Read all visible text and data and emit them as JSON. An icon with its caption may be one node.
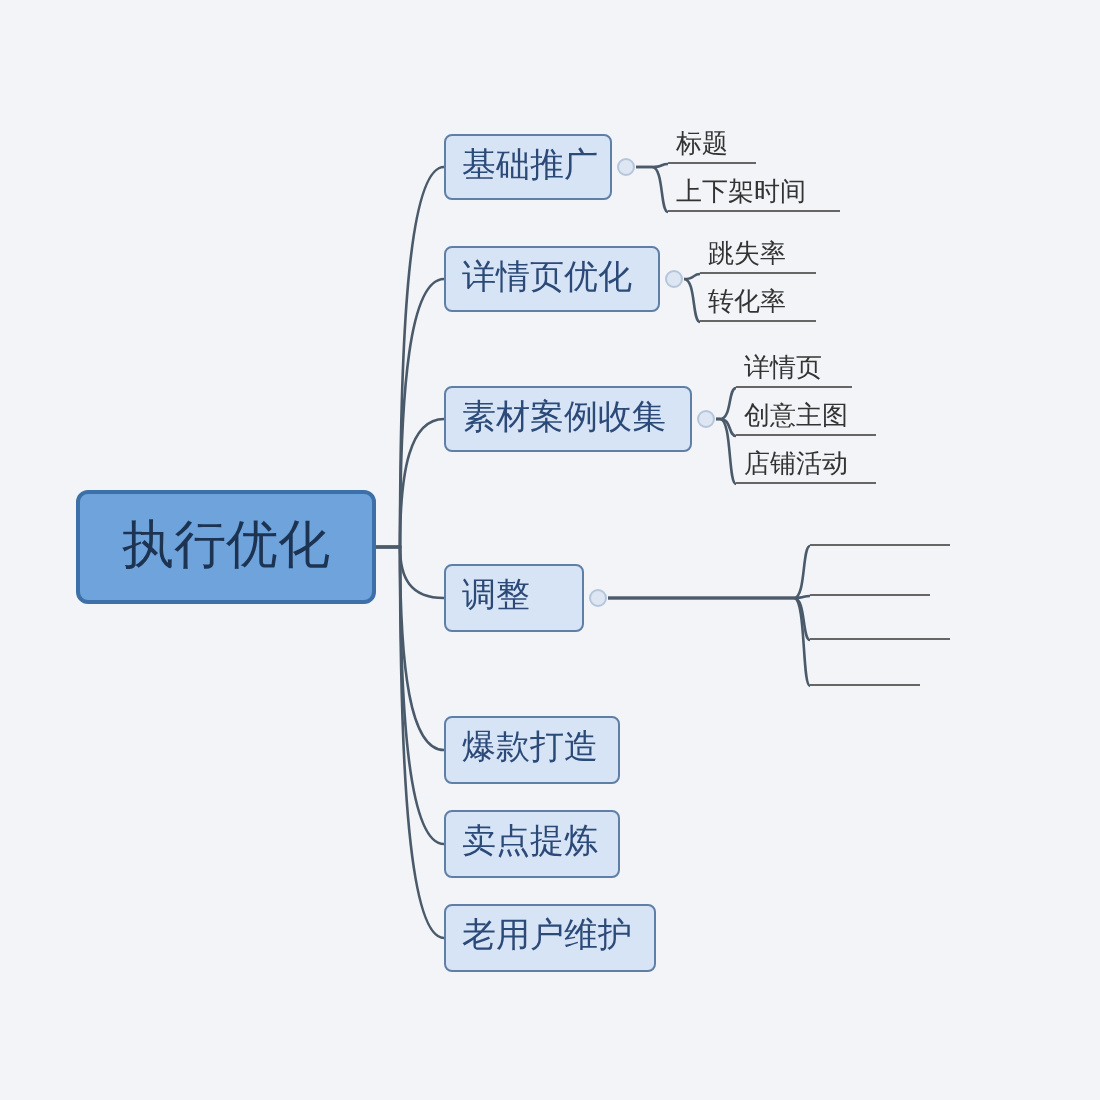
{
  "diagram": {
    "nodes": [
      {
        "text": [
          "执行优化"
        ]
      },
      {
        "text": [
          "基础推广"
        ]
      },
      {
        "text": [
          "标题"
        ]
      },
      {
        "text": [
          "上下架时间"
        ]
      },
      {
        "text": [
          "详情页优化"
        ]
      },
      {
        "text": [
          "跳失率"
        ]
      },
      {
        "text": [
          "转化率"
        ]
      },
      {
        "text": [
          "素材案例收集"
        ]
      },
      {
        "text": [
          "详情页"
        ]
      },
      {
        "text": [
          "创意主图"
        ]
      },
      {
        "text": [
          "店铺活动"
        ]
      },
      {
        "text": [
          "调整"
        ]
      },
      {
        "text": [],
        "shape": "bar"
      },
      {
        "text": [],
        "shape": "bar"
      },
      {
        "text": [],
        "shape": "bar"
      },
      {
        "text": [],
        "shape": "bar"
      },
      {
        "text": [
          "爆款打造"
        ]
      },
      {
        "text": [
          "卖点提炼"
        ]
      },
      {
        "text": [
          "老用户维护"
        ]
      }
    ],
    "edges": [
      {
        "from": 0,
        "to": 1,
        "arrow": "none"
      },
      {
        "from": 0,
        "to": 4,
        "arrow": "none"
      },
      {
        "from": 0,
        "to": 7,
        "arrow": "none"
      },
      {
        "from": 0,
        "to": 11,
        "arrow": "none"
      },
      {
        "from": 0,
        "to": 16,
        "arrow": "none"
      },
      {
        "from": 0,
        "to": 17,
        "arrow": "none"
      },
      {
        "from": 0,
        "to": 18,
        "arrow": "none"
      },
      {
        "from": 1,
        "to": 2,
        "arrow": "none"
      },
      {
        "from": 1,
        "to": 3,
        "arrow": "none"
      },
      {
        "from": 4,
        "to": 5,
        "arrow": "none"
      },
      {
        "from": 4,
        "to": 6,
        "arrow": "none"
      },
      {
        "from": 7,
        "to": 8,
        "arrow": "none"
      },
      {
        "from": 7,
        "to": 9,
        "arrow": "none"
      },
      {
        "from": 7,
        "to": 10,
        "arrow": "none"
      },
      {
        "from": 11,
        "to": 12,
        "arrow": "none"
      },
      {
        "from": 11,
        "to": 13,
        "arrow": "none"
      },
      {
        "from": 11,
        "to": 14,
        "arrow": "none"
      },
      {
        "from": 11,
        "to": 15,
        "arrow": "none"
      }
    ]
  }
}
